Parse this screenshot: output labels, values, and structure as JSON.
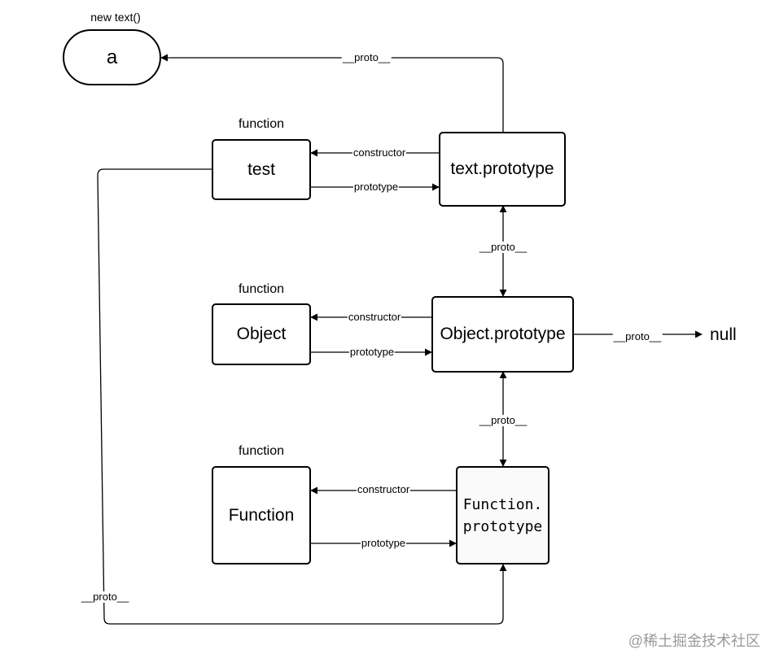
{
  "nodes": {
    "a": {
      "label": "a",
      "caption": "new text()"
    },
    "test": {
      "label": "test",
      "caption": "function"
    },
    "text_prototype": {
      "label": "text.prototype"
    },
    "object": {
      "label": "Object",
      "caption": "function"
    },
    "object_prototype": {
      "label": "Object.prototype"
    },
    "function": {
      "label": "Function",
      "caption": "function"
    },
    "function_prototype": {
      "label_line1": "Function.",
      "label_line2": "prototype"
    },
    "null": {
      "label": "null"
    }
  },
  "edges": {
    "proto_label": "__proto__",
    "constructor_label": "constructor",
    "prototype_label": "prototype"
  },
  "watermark": "@稀土掘金技术社区"
}
